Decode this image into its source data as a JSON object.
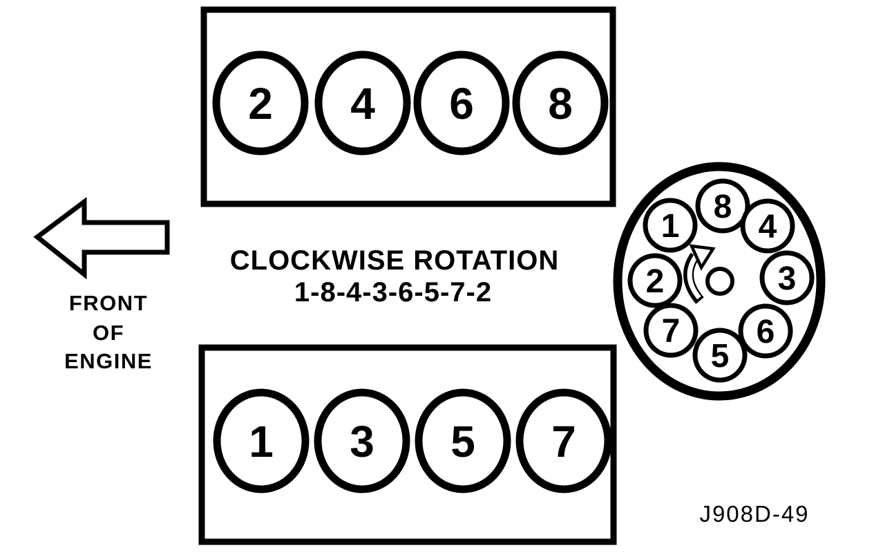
{
  "figure": {
    "rotation_label": "CLOCKWISE ROTATION",
    "firing_order": "1-8-4-3-6-5-7-2",
    "reference_code": "J908D-49"
  },
  "front_of_engine": {
    "line1": "FRONT",
    "line2": "OF",
    "line3": "ENGINE"
  },
  "cylinder_banks": {
    "top": [
      "2",
      "4",
      "6",
      "8"
    ],
    "bottom": [
      "1",
      "3",
      "5",
      "7"
    ]
  },
  "distributor": {
    "posts_clockwise_from_top": [
      "8",
      "4",
      "3",
      "6",
      "5",
      "7",
      "2",
      "1"
    ]
  },
  "icons": {
    "front_arrow": "left-arrow",
    "rotation_arrow": "clockwise-curved-arrow"
  },
  "colors": {
    "ink": "#000000",
    "background": "#ffffff"
  }
}
